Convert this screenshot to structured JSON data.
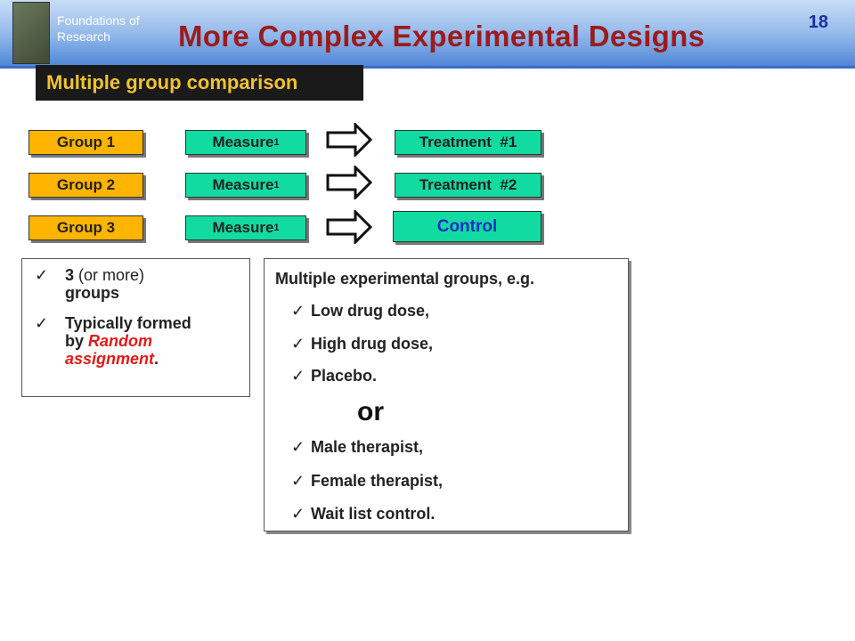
{
  "header": {
    "brand_line1": "Foundations of",
    "brand_line2": "Research",
    "title": "More Complex Experimental Designs",
    "page_number": "18"
  },
  "subtitle": "Multiple group comparison",
  "rows": [
    {
      "group": "Group 1",
      "measure": "Measure",
      "measure_sub": "1",
      "outcome": "Treatment  #1"
    },
    {
      "group": "Group 2",
      "measure": "Measure",
      "measure_sub": "1",
      "outcome": "Treatment  #2"
    },
    {
      "group": "Group 3",
      "measure": "Measure",
      "measure_sub": "1",
      "outcome": "Control"
    }
  ],
  "left_box": {
    "item1_bold": "3",
    "item1_normal": " (or more)",
    "item1_line2": "groups",
    "item2_line1": "Typically formed",
    "item2_line2": "by ",
    "item2_red1": "Random",
    "item2_red2": "assignment",
    "item2_end": "."
  },
  "right_box": {
    "heading": "Multiple experimental groups, e.g.",
    "list1": [
      "Low drug dose,",
      "High drug dose,",
      "Placebo."
    ],
    "separator": "or",
    "list2": [
      "Male therapist,",
      "Female therapist,",
      "Wait list control."
    ]
  },
  "check_glyph": "✓",
  "colors": {
    "title": "#9b1c1c",
    "subtitle_bg": "#1a1a1a",
    "subtitle_text": "#f2c230",
    "group_box": "#ffb400",
    "step_box": "#11dba0",
    "control_text": "#1a2fc8",
    "emphasis_red": "#e01b1b"
  }
}
